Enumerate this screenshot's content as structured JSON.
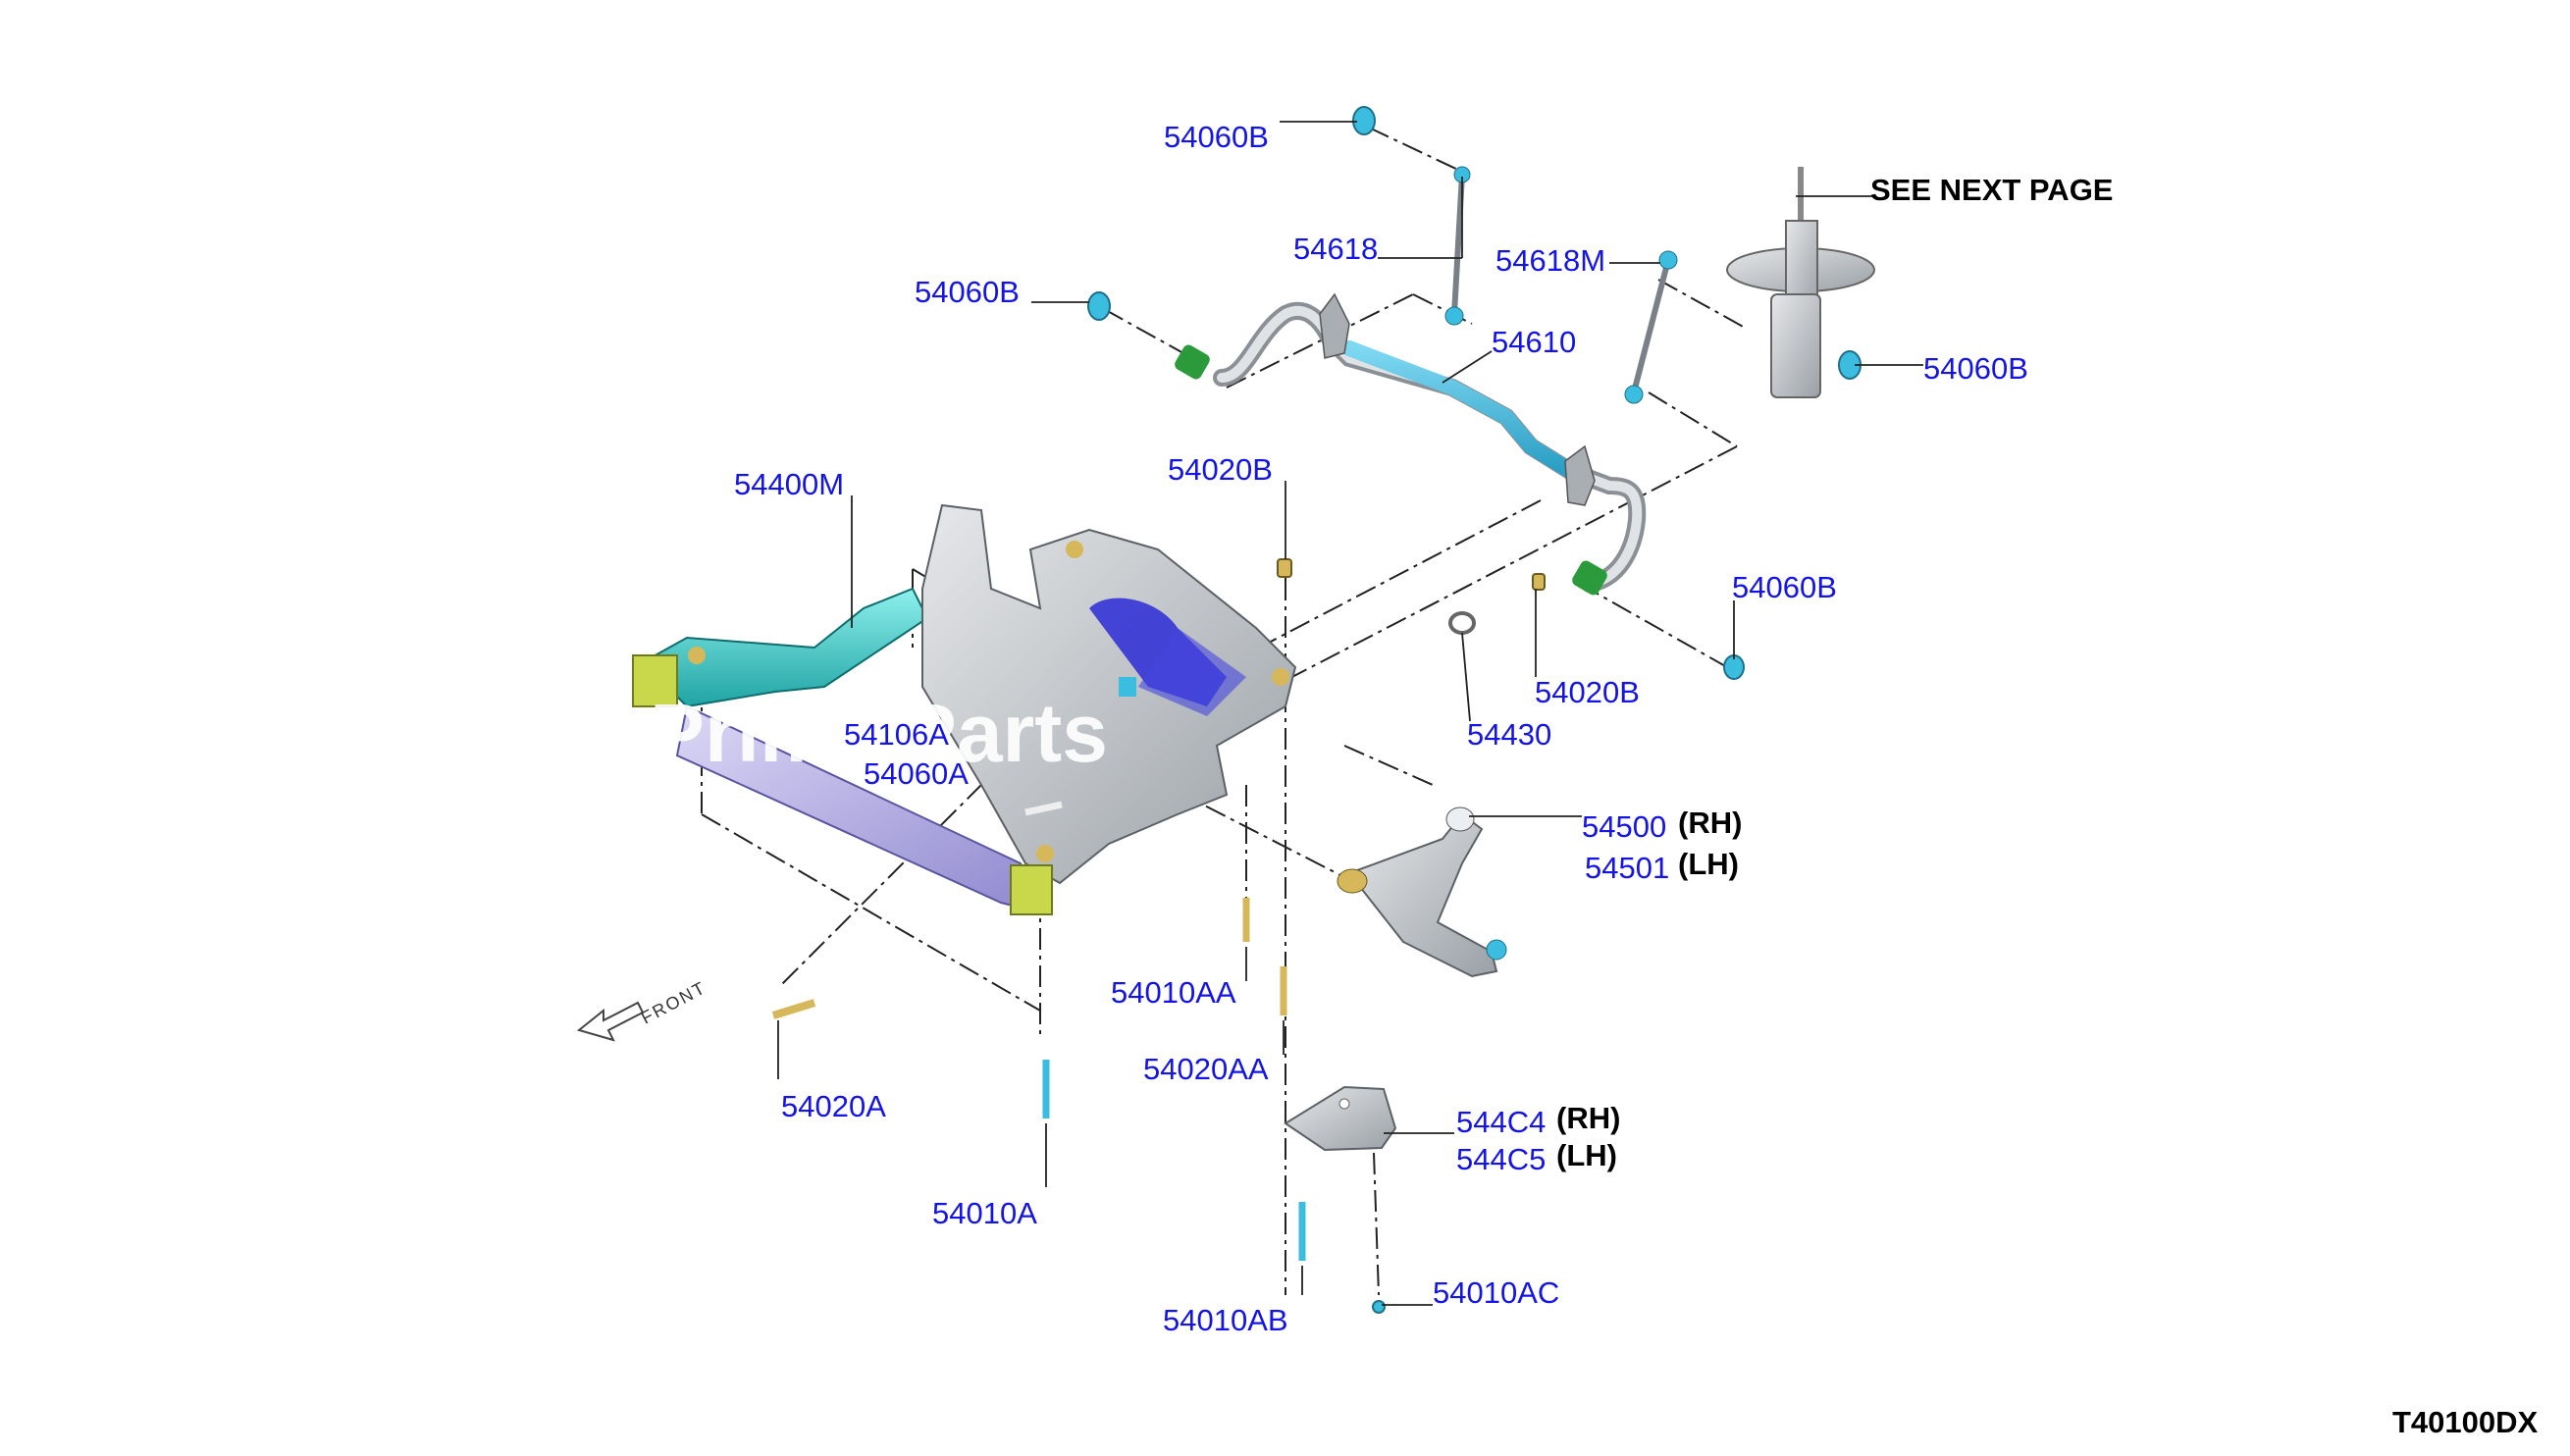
{
  "diagram": {
    "header_note": "SEE NEXT PAGE",
    "diagram_code": "T40100DX",
    "front_label": "FRONT",
    "watermark": "Prime Parts",
    "labels": {
      "p54060B_top": "54060B",
      "p54618": "54618",
      "p54618M": "54618M",
      "p54060B_left": "54060B",
      "p54610": "54610",
      "p54060B_right": "54060B",
      "p54020B_top": "54020B",
      "p54400M": "54400M",
      "p54060B_mid": "54060B",
      "p54020B_mid": "54020B",
      "p54106A": "54106A",
      "p54060A": "54060A",
      "p54430": "54430",
      "p54500": "54500",
      "p54501": "54501",
      "p54010AA": "54010AA",
      "p54020AA": "54020AA",
      "p54020A": "54020A",
      "p544C4": "544C4",
      "p544C5": "544C5",
      "p54010A": "54010A",
      "p54010AC": "54010AC",
      "p54010AB": "54010AB"
    },
    "suffix_rh_1": "(RH)",
    "suffix_lh_1": "(LH)",
    "suffix_rh_2": "(RH)",
    "suffix_lh_2": "(LH)",
    "colors": {
      "label_blue": "#1414e6",
      "sway_bar": "#3bbde0",
      "frame_teal": "#3ec9c9",
      "frame_gray": "#c8ccd0",
      "crossmember_purple": "#b8b4e6",
      "bushing_green": "#2a9a3a",
      "bracket_yellow": "#c8d84a",
      "bolt_gold": "#d6b85a",
      "highlight_blue": "#2b2bd6"
    }
  }
}
